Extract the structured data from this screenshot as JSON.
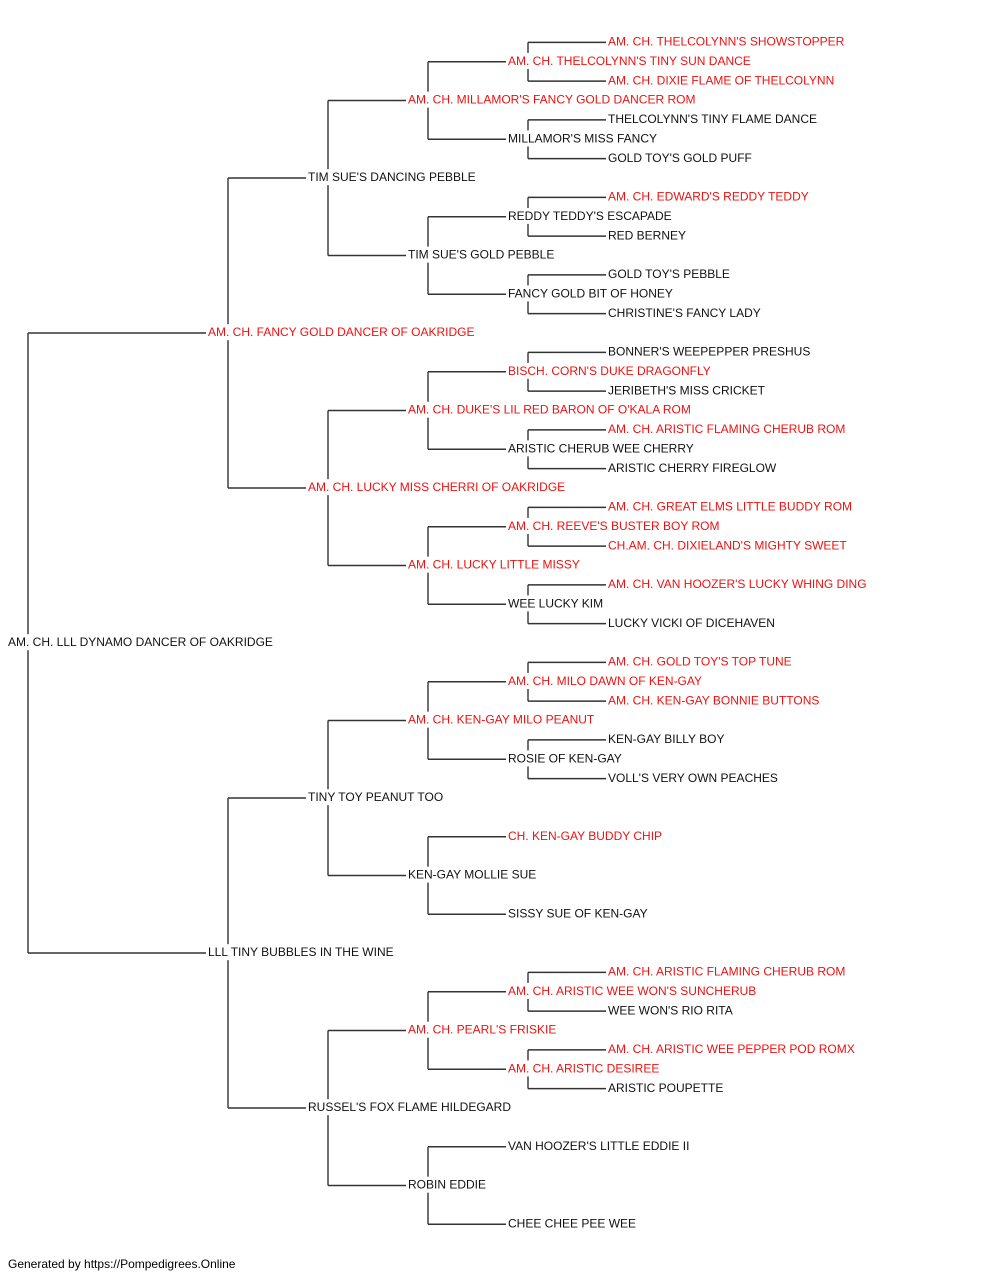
{
  "colors": {
    "champion": "#ee1111",
    "regular": "#111111",
    "line": "#333333"
  },
  "pedigree": {
    "name": "AM. CH. LLL DYNAMO DANCER OF OAKRIDGE",
    "ch": false,
    "sire": {
      "name": "AM. CH. FANCY GOLD DANCER OF OAKRIDGE",
      "ch": true,
      "sire": {
        "name": "TIM SUE'S DANCING PEBBLE",
        "ch": false,
        "sire": {
          "name": "AM. CH. MILLAMOR'S FANCY GOLD DANCER ROM",
          "ch": true,
          "sire": {
            "name": "AM. CH. THELCOLYNN'S TINY SUN DANCE",
            "ch": true,
            "sire": {
              "name": "AM. CH. THELCOLYNN'S SHOWSTOPPER",
              "ch": true
            },
            "dam": {
              "name": "AM. CH. DIXIE FLAME OF THELCOLYNN",
              "ch": true
            }
          },
          "dam": {
            "name": "MILLAMOR'S MISS FANCY",
            "ch": false,
            "sire": {
              "name": "THELCOLYNN'S TINY FLAME DANCE",
              "ch": false
            },
            "dam": {
              "name": "GOLD TOY'S GOLD PUFF",
              "ch": false
            }
          }
        },
        "dam": {
          "name": "TIM SUE'S GOLD PEBBLE",
          "ch": false,
          "sire": {
            "name": "REDDY TEDDY'S ESCAPADE",
            "ch": false,
            "sire": {
              "name": "AM. CH. EDWARD'S REDDY TEDDY",
              "ch": true
            },
            "dam": {
              "name": "RED BERNEY",
              "ch": false
            }
          },
          "dam": {
            "name": "FANCY GOLD BIT OF HONEY",
            "ch": false,
            "sire": {
              "name": "GOLD TOY'S PEBBLE",
              "ch": false
            },
            "dam": {
              "name": "CHRISTINE'S FANCY LADY",
              "ch": false
            }
          }
        }
      },
      "dam": {
        "name": "AM. CH. LUCKY MISS CHERRI OF OAKRIDGE",
        "ch": true,
        "sire": {
          "name": "AM. CH. DUKE'S LIL RED BARON OF O'KALA ROM",
          "ch": true,
          "sire": {
            "name": "BISCH. CORN'S DUKE DRAGONFLY",
            "ch": true,
            "sire": {
              "name": "BONNER'S WEEPEPPER PRESHUS",
              "ch": false
            },
            "dam": {
              "name": "JERIBETH'S MISS CRICKET",
              "ch": false
            }
          },
          "dam": {
            "name": "ARISTIC CHERUB WEE CHERRY",
            "ch": false,
            "sire": {
              "name": "AM. CH. ARISTIC FLAMING CHERUB ROM",
              "ch": true
            },
            "dam": {
              "name": "ARISTIC CHERRY FIREGLOW",
              "ch": false
            }
          }
        },
        "dam": {
          "name": "AM. CH. LUCKY LITTLE MISSY",
          "ch": true,
          "sire": {
            "name": "AM. CH. REEVE'S BUSTER BOY ROM",
            "ch": true,
            "sire": {
              "name": "AM. CH. GREAT ELMS LITTLE BUDDY ROM",
              "ch": true
            },
            "dam": {
              "name": "CH.AM. CH. DIXIELAND'S MIGHTY SWEET",
              "ch": true
            }
          },
          "dam": {
            "name": "WEE LUCKY KIM",
            "ch": false,
            "sire": {
              "name": "AM. CH. VAN HOOZER'S LUCKY WHING DING",
              "ch": true
            },
            "dam": {
              "name": "LUCKY VICKI OF DICEHAVEN",
              "ch": false
            }
          }
        }
      }
    },
    "dam": {
      "name": "LLL TINY BUBBLES IN THE WINE",
      "ch": false,
      "sire": {
        "name": "TINY TOY PEANUT TOO",
        "ch": false,
        "sire": {
          "name": "AM. CH. KEN-GAY MILO PEANUT",
          "ch": true,
          "sire": {
            "name": "AM. CH. MILO DAWN OF KEN-GAY",
            "ch": true,
            "sire": {
              "name": "AM. CH. GOLD TOY'S TOP TUNE",
              "ch": true
            },
            "dam": {
              "name": "AM. CH. KEN-GAY BONNIE BUTTONS",
              "ch": true
            }
          },
          "dam": {
            "name": "ROSIE OF KEN-GAY",
            "ch": false,
            "sire": {
              "name": "KEN-GAY BILLY BOY",
              "ch": false
            },
            "dam": {
              "name": "VOLL'S VERY OWN PEACHES",
              "ch": false
            }
          }
        },
        "dam": {
          "name": "KEN-GAY MOLLIE SUE",
          "ch": false,
          "sire": {
            "name": "CH. KEN-GAY BUDDY CHIP",
            "ch": true
          },
          "dam": {
            "name": "SISSY SUE OF KEN-GAY",
            "ch": false
          }
        }
      },
      "dam": {
        "name": "RUSSEL'S FOX FLAME HILDEGARD",
        "ch": false,
        "sire": {
          "name": "AM. CH. PEARL'S FRISKIE",
          "ch": true,
          "sire": {
            "name": "AM. CH. ARISTIC WEE WON'S SUNCHERUB",
            "ch": true,
            "sire": {
              "name": "AM. CH. ARISTIC FLAMING CHERUB ROM",
              "ch": true
            },
            "dam": {
              "name": "WEE WON'S RIO RITA",
              "ch": false
            }
          },
          "dam": {
            "name": "AM. CH. ARISTIC DESIREE",
            "ch": true,
            "sire": {
              "name": "AM. CH. ARISTIC WEE PEPPER POD ROMX",
              "ch": true
            },
            "dam": {
              "name": "ARISTIC POUPETTE",
              "ch": false
            }
          }
        },
        "dam": {
          "name": "ROBIN EDDIE",
          "ch": false,
          "sire": {
            "name": "VAN HOOZER'S LITTLE EDDIE II",
            "ch": false
          },
          "dam": {
            "name": "CHEE CHEE PEE WEE",
            "ch": false
          }
        }
      }
    }
  },
  "footer": "Generated by https://Pompedigrees.Online"
}
